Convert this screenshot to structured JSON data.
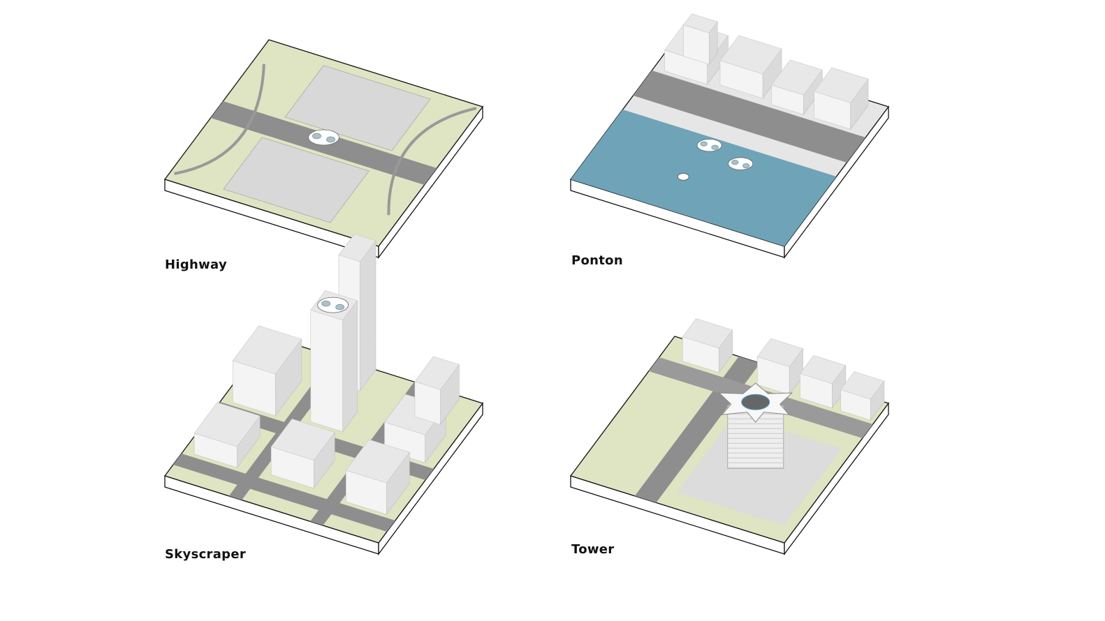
{
  "panels": [
    {
      "id": "highway",
      "label": "Highway"
    },
    {
      "id": "ponton",
      "label": "Ponton"
    },
    {
      "id": "skyscraper",
      "label": "Skyscraper"
    },
    {
      "id": "tower",
      "label": "Tower"
    }
  ],
  "colors": {
    "grass": "#dfe4c2",
    "road": "#8e8e8e",
    "paving": "#e4e4e4",
    "water": "#6fa3b8",
    "building": "#efefef",
    "outline": "#111111"
  }
}
